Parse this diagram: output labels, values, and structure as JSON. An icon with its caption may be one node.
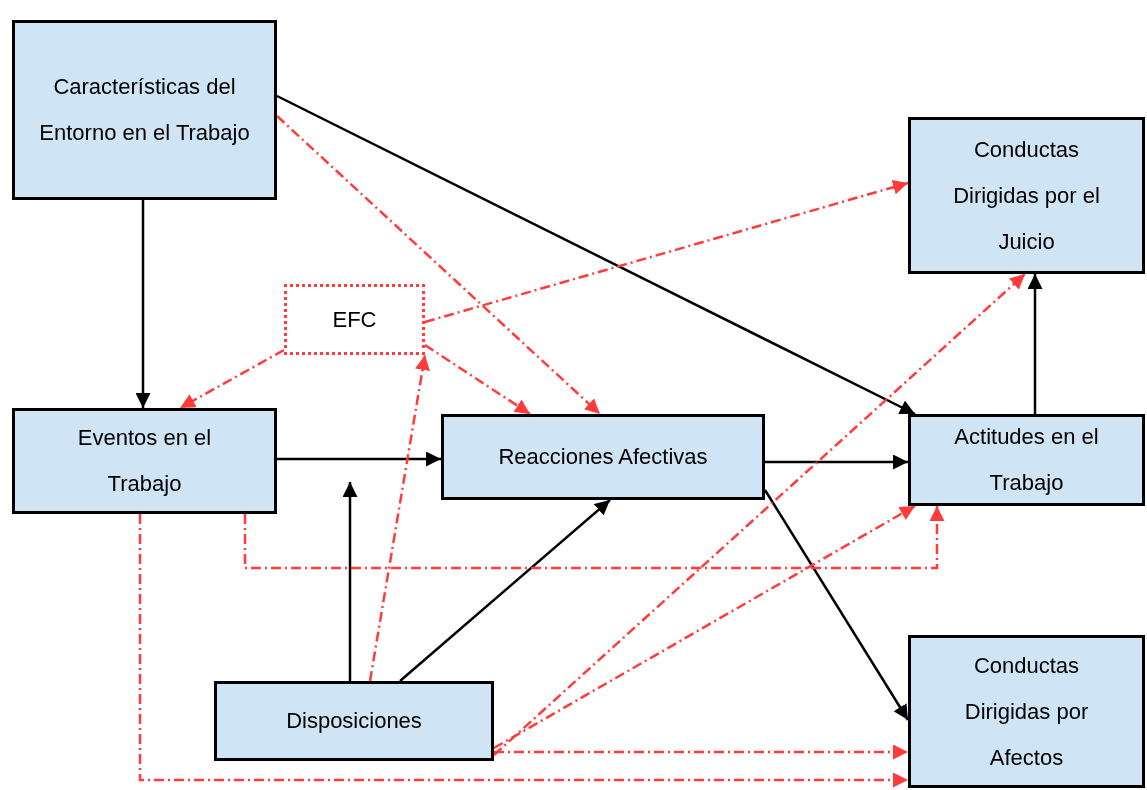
{
  "diagram": {
    "nodes": [
      {
        "text": [
          "Características del Entorno en el Trabajo"
        ]
      },
      {
        "text": [
          "Conductas Dirigidas por el Juicio"
        ]
      },
      {
        "text": [
          "EFC"
        ]
      },
      {
        "text": [
          "Eventos en el Trabajo"
        ]
      },
      {
        "text": [
          "Reacciones Afectivas"
        ]
      },
      {
        "text": [
          "Actitudes en el Trabajo"
        ]
      },
      {
        "text": [
          "Disposiciones"
        ]
      },
      {
        "text": [
          "Conductas Dirigidas por Afectos"
        ]
      }
    ],
    "edges": [
      {
        "from": 0,
        "to": 3,
        "arrow": "to",
        "color": "#000000"
      },
      {
        "from": 0,
        "to": 5,
        "arrow": "to",
        "color": "#000000"
      },
      {
        "from": 3,
        "to": 4,
        "arrow": "to",
        "color": "#000000"
      },
      {
        "from": 4,
        "to": 5,
        "arrow": "to",
        "color": "#000000"
      },
      {
        "from": 5,
        "to": 1,
        "arrow": "to",
        "color": "#000000"
      },
      {
        "from": 6,
        "to": null,
        "arrow": "to",
        "color": "#000000"
      },
      {
        "from": 6,
        "to": 4,
        "arrow": "to",
        "color": "#000000"
      },
      {
        "from": 4,
        "to": 7,
        "arrow": "to",
        "color": "#000000"
      },
      {
        "from": 0,
        "to": 4,
        "arrow": "to",
        "style": "dashed"
      },
      {
        "from": 2,
        "to": 3,
        "arrow": "to",
        "style": "dashed"
      },
      {
        "from": 2,
        "to": 1,
        "arrow": "to",
        "style": "dashed"
      },
      {
        "from": 2,
        "to": 4,
        "arrow": "to",
        "style": "dashed"
      },
      {
        "from": 6,
        "to": 2,
        "arrow": "to",
        "style": "dashed"
      },
      {
        "from": 3,
        "to": 5,
        "arrow": "to",
        "style": "dashed"
      },
      {
        "from": 6,
        "to": 1,
        "arrow": "to",
        "style": "dashed"
      },
      {
        "from": 6,
        "to": 5,
        "arrow": "to",
        "style": "dashed"
      },
      {
        "from": 6,
        "to": 7,
        "arrow": "to",
        "style": "dashed"
      },
      {
        "from": 3,
        "to": 7,
        "arrow": "to",
        "style": "dashed"
      }
    ]
  }
}
